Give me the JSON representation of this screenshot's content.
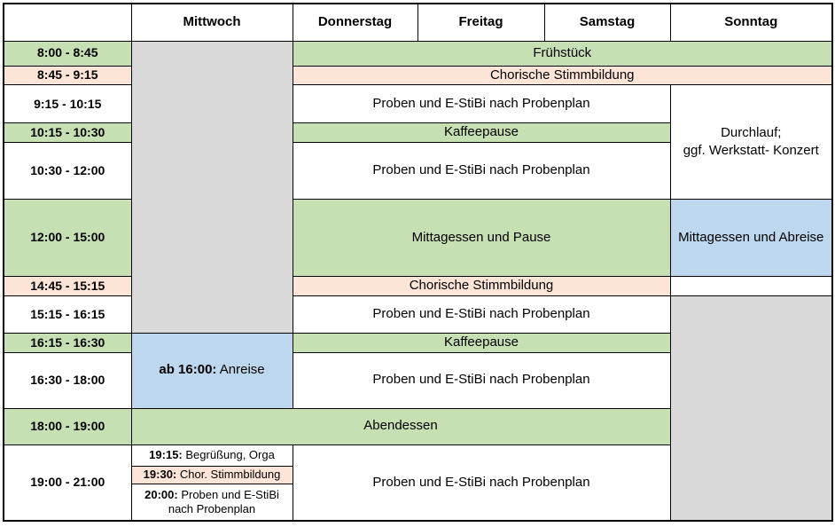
{
  "header": {
    "days": [
      "Mittwoch",
      "Donnerstag",
      "Freitag",
      "Samstag",
      "Sonntag"
    ]
  },
  "schedule": {
    "rows": [
      {
        "time": "8:00 - 8:45",
        "event": "Frühstück"
      },
      {
        "time": "8:45 - 9:15",
        "event": "Chorische Stimmbildung"
      },
      {
        "time": "9:15 - 10:15",
        "event": "Proben und E-StiBi nach Probenplan"
      },
      {
        "time": "10:15 - 10:30",
        "event": "Kaffeepause"
      },
      {
        "time": "10:30 - 12:00",
        "event": "Proben und E-StiBi nach Probenplan"
      },
      {
        "time": "12:00 - 15:00",
        "event": "Mittagessen und Pause",
        "sunday_event": "Mittagessen und Abreise"
      },
      {
        "time": "14:45 - 15:15",
        "event": "Chorische Stimmbildung"
      },
      {
        "time": "15:15 - 16:15",
        "event": "Proben und E-StiBi nach Probenplan"
      },
      {
        "time": "16:15 - 16:30",
        "event": "Kaffeepause"
      },
      {
        "time": "16:30 - 18:00",
        "event": "Proben und E-StiBi nach Probenplan"
      },
      {
        "time": "18:00 - 19:00",
        "event": "Abendessen"
      },
      {
        "time": "19:00 - 21:00",
        "event": "Proben und E-StiBi nach Probenplan"
      }
    ],
    "sunday_morning": {
      "line1": "Durchlauf;",
      "line2": "ggf. Werkstatt- Konzert"
    },
    "wednesday_arrival": {
      "prefix": "ab 16:00:",
      "label": "Anreise"
    },
    "wednesday_evening": [
      {
        "prefix": "19:15:",
        "label": "Begrüßung, Orga"
      },
      {
        "prefix": "19:30:",
        "label": "Chor. Stimmbildung"
      },
      {
        "prefix": "20:00:",
        "label": "Proben und E-StiBi nach Probenplan"
      }
    ]
  },
  "colors": {
    "green": "#c6e0b4",
    "peach": "#fce4d6",
    "blue": "#bdd7ee",
    "gray": "#d9d9d9",
    "border": "#000000"
  }
}
